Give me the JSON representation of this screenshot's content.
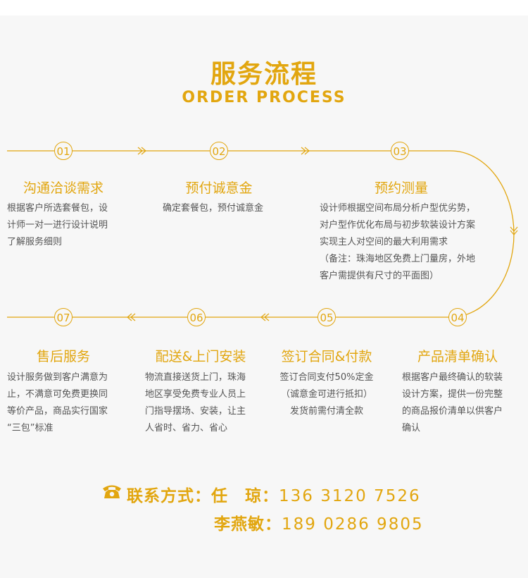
{
  "header": {
    "title_cn": "服务流程",
    "title_en": "ORDER PROCESS"
  },
  "steps": [
    {
      "num": "01",
      "title": "沟通洽谈需求",
      "desc": [
        "根据客户所选套餐包，设",
        "计师一对一进行设计说明",
        "了解服务细则"
      ]
    },
    {
      "num": "02",
      "title": "预付诚意金",
      "desc": [
        "确定套餐包，预付诚意金"
      ]
    },
    {
      "num": "03",
      "title": "预约测量",
      "desc": [
        "设计师根据空间布局分析户型优劣势，",
        "对户型作优化布局与初步软装设计方案",
        "实现主人对空间的最大利用需求",
        "（备注：珠海地区免费上门量房，外地",
        "客户需提供有尺寸的平面图）"
      ]
    },
    {
      "num": "04",
      "title": "产品清单确认",
      "desc": [
        "根据客户最终确认的软装",
        "设计方案，提供一份完整",
        "的商品报价清单以供客户",
        "确认"
      ]
    },
    {
      "num": "05",
      "title": "签订合同&付款",
      "desc": [
        "签订合同支付50%定金",
        "（诚意金可进行抵扣）",
        "发货前需付清全款"
      ]
    },
    {
      "num": "06",
      "title": "配送&上门安装",
      "desc": [
        "物流直接送货上门，珠海",
        "地区享受免费专业人员上",
        "门指导摆场、安装，让主",
        "人省时、省力、省心"
      ]
    },
    {
      "num": "07",
      "title": "售后服务",
      "desc": [
        "设计服务做到客户满意为",
        "止，不满意可免费更换同",
        "等价产品，商品实行国家",
        "“三包”标准"
      ]
    }
  ],
  "contact": {
    "icon": "phone-icon",
    "label": "联系方式：",
    "people": [
      {
        "name": "任　琼：",
        "phone": "136 3120 7526"
      },
      {
        "name": "李燕敏：",
        "phone": "189 0286 9805"
      }
    ]
  },
  "colors": {
    "accent": "#e2a60f",
    "text": "#555555",
    "background": "#f7f7f7"
  }
}
